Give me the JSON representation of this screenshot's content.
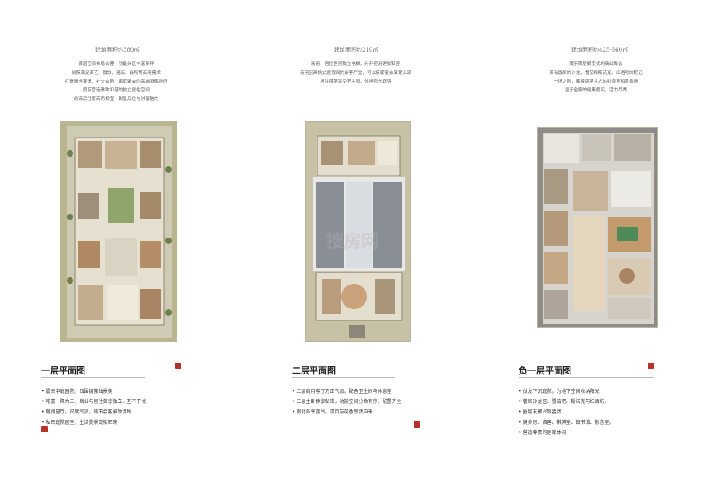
{
  "plans": [
    {
      "area": "建筑面积约380㎡",
      "description": [
        "首层空间布局合理，功能分区丰富多样",
        "前院满足茶艺、餐饮、酒店、会所等商用需求",
        "打造商务宴请、社交会晤、家庭聚会的高端消费场所",
        "庭院营造雅致和谐的独立居住空间",
        "前商后住家商两相宜，彰显品位与财富魅力"
      ],
      "title": "一层平面图",
      "bullets": [
        "露天中庭园院，四围拥簇曲景美",
        "宅喜一隔为二，商业与居住各享独立，互不干扰",
        "朝阔窗厅，尺度气派，城市会客雅致场所",
        "私密庭院居室，生活美景交相辉映"
      ]
    },
    {
      "area": "建筑面积约210㎡",
      "description": [
        "商用、居住各别独立电梯，分开使用更加私密",
        "商用区高挑式度假间的会客厅堂，可以接家宴会享受上流",
        "居住院落享受不主阳，外授阳光庭院"
      ],
      "title": "二层平面图",
      "bullets": [
        "二层商用客厅方正气派，配备卫生间与休息室",
        "二层主卧静享私密，功能空间分合有序，配置齐全",
        "南北各享露台，清风与花香悠然自来"
      ]
    },
    {
      "area": "建筑面积约425-560㎡",
      "description": [
        "藏于首层蝶变式的商业聚会",
        "茶会饭后的沙龙、雪茄和斯诺克、红酒吧的配己",
        "一场之际，藏着院落主人的影音室和香香情",
        "显于全家的健康度买，活力尽然"
      ],
      "title": "负一层平面图",
      "bullets": [
        "仗龙下沉庭院，为地下空间收纳阳光",
        "奢尼沙龙区、雪茄吧、斯诺克与红酒坊，",
        "圈层友聚兴致盎然",
        "健身房、酒窖、棋牌室、图书馆、影音室，",
        "营造尊贵的居家体闲"
      ]
    }
  ],
  "watermark": "搜房网"
}
